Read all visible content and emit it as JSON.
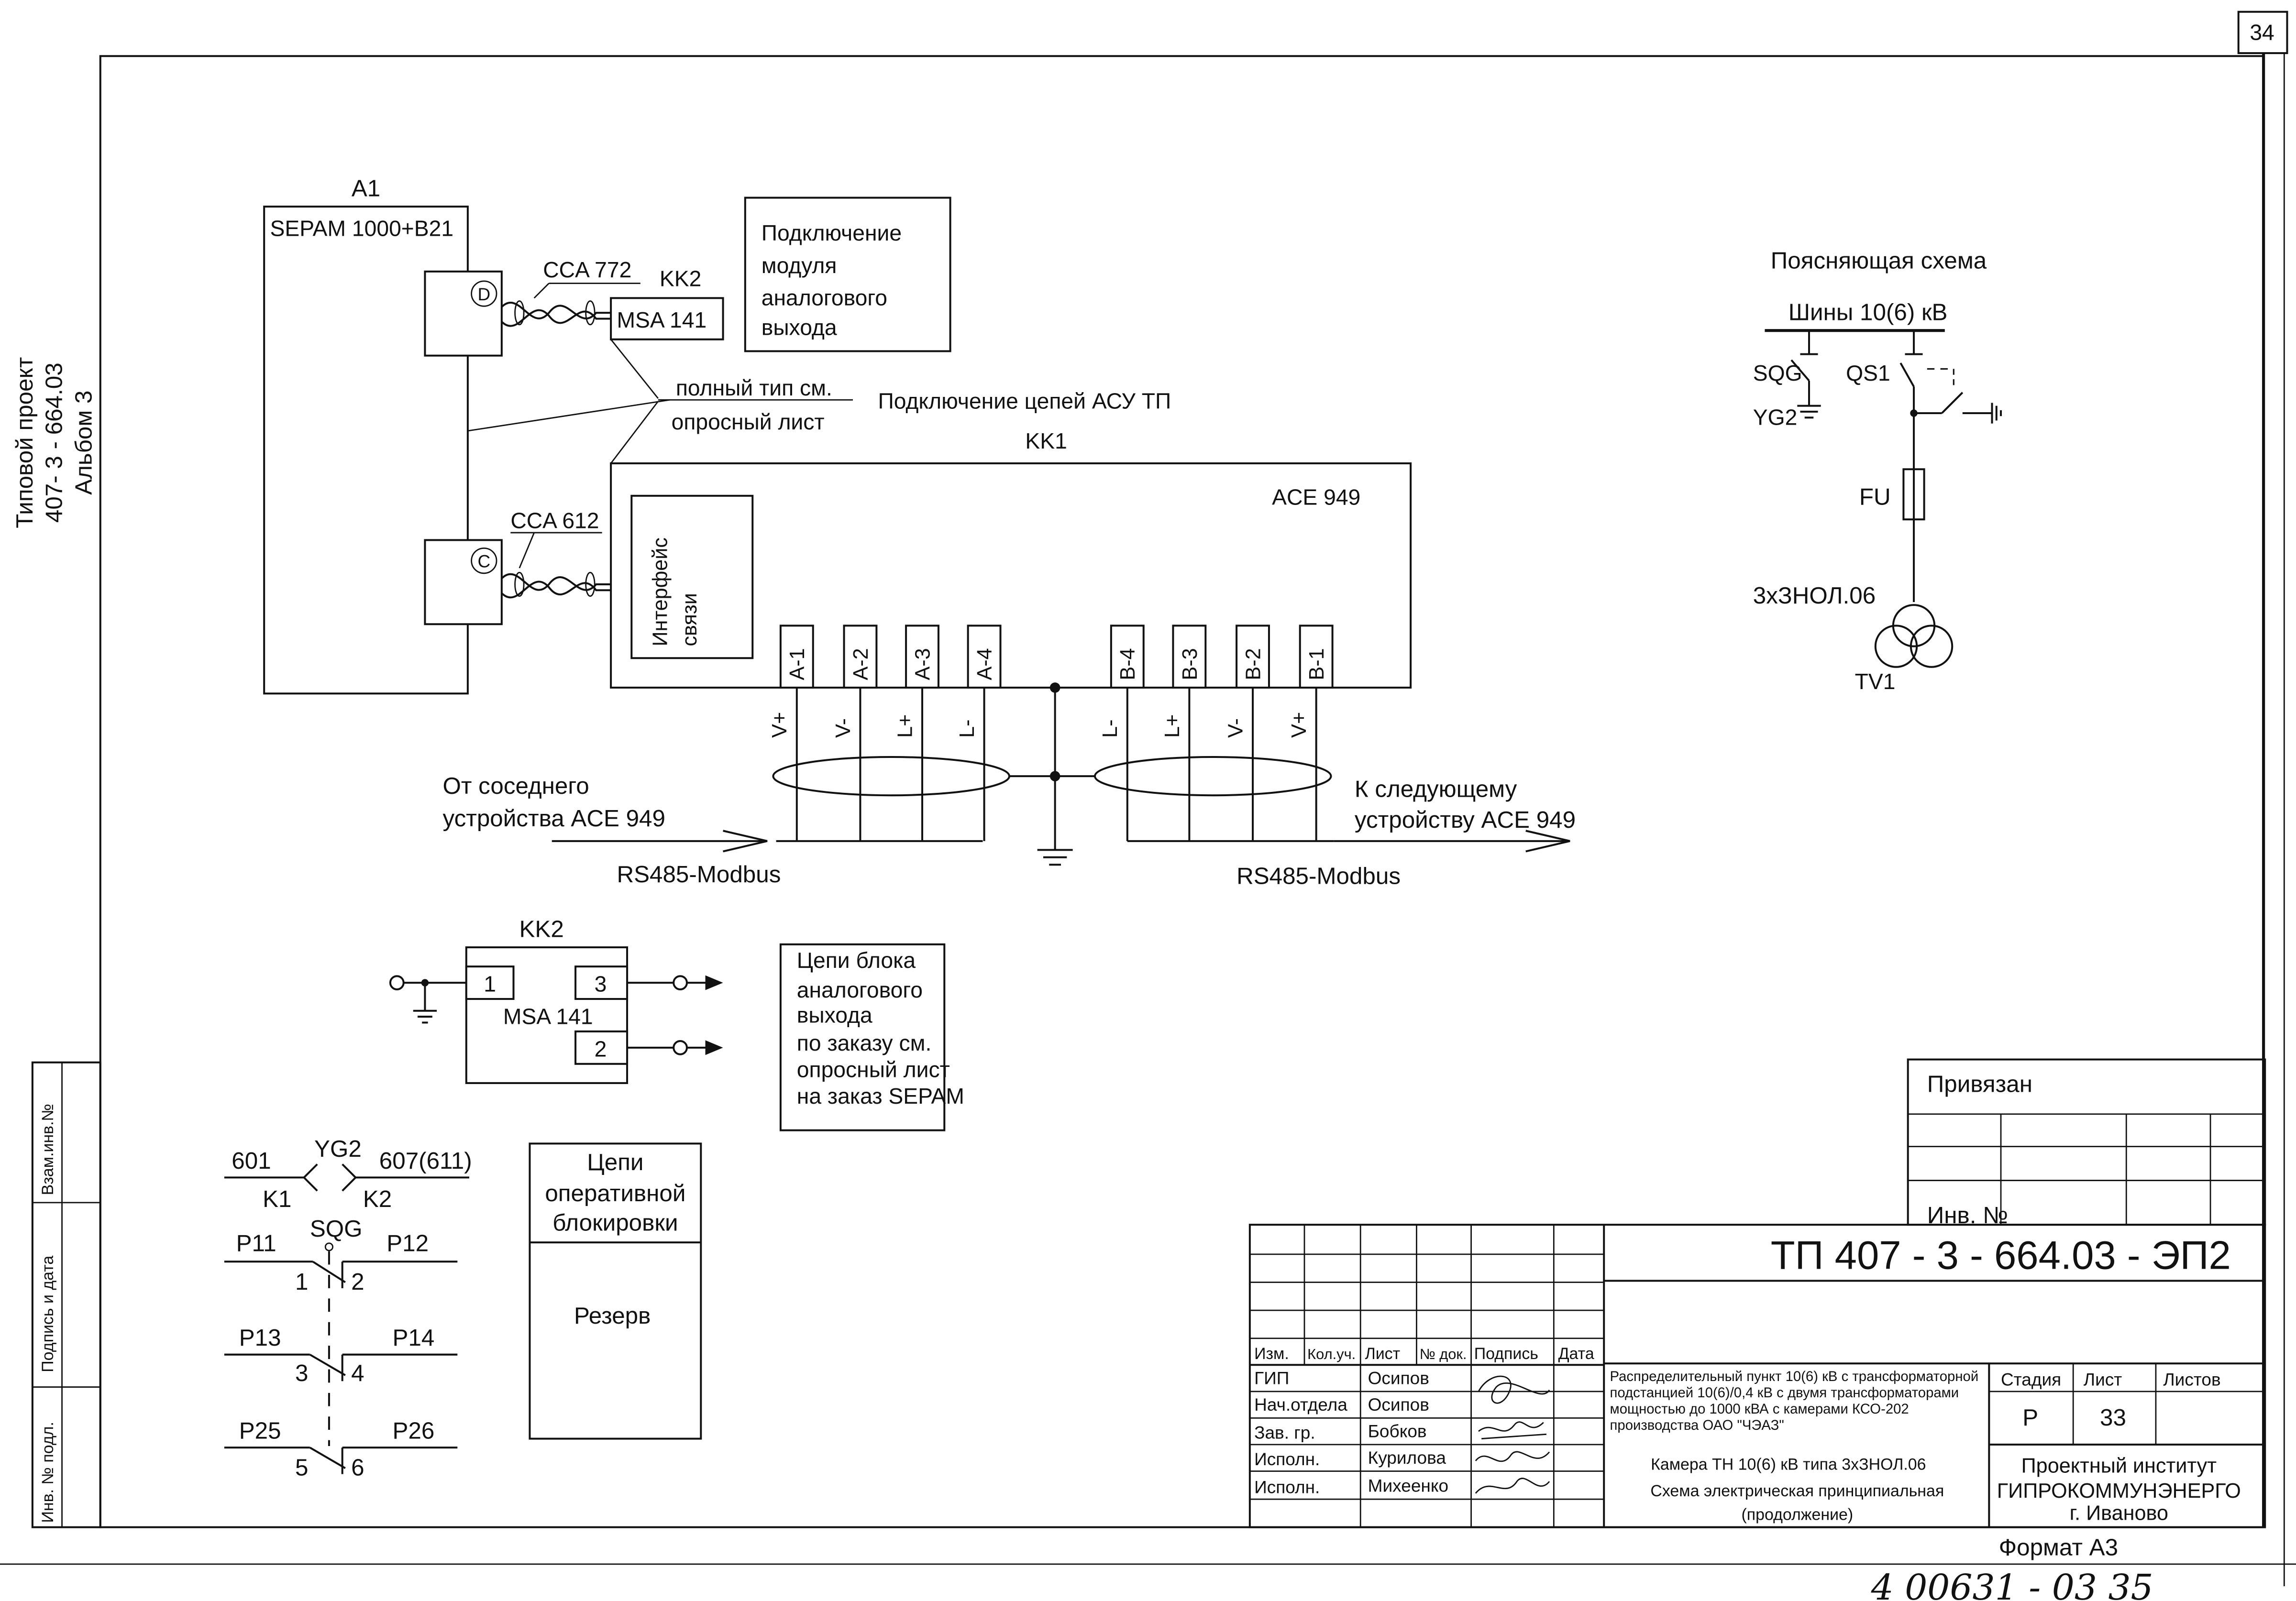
{
  "sheet_number": "34",
  "side_label": {
    "line1": "Типовой проект",
    "line2": "407- 3 - 664.03",
    "line3": "Альбом 3"
  },
  "left_stamp": {
    "vzam": "Взам.инв.№",
    "podpis": "Подпись и дата",
    "inv": "Инв. № подл."
  },
  "sepam": {
    "a1_label": "A1",
    "title": "SEPAM 1000+B21",
    "port_d": "D",
    "port_c": "C",
    "cca772": "CCA 772",
    "cca612": "CCA 612",
    "kk2_label": "KK2",
    "msa141": "MSA 141",
    "note_line1": "полный тип см.",
    "note_line2": "опросный лист"
  },
  "analog_note": {
    "line1": "Подключение",
    "line2": "модуля",
    "line3": "аналогового",
    "line4": "выхода"
  },
  "asu": {
    "title": "Подключение цепей АСУ ТП",
    "kk1_label": "KK1",
    "ace_title": "ACE 949",
    "iface_line1": "Интерфейс",
    "iface_line2": "связи",
    "terminals": [
      "A-1",
      "A-2",
      "A-3",
      "A-4",
      "B-4",
      "B-3",
      "B-2",
      "B-1"
    ],
    "signals_left": [
      "V+",
      "V-",
      "L+",
      "L-"
    ],
    "signals_right": [
      "L-",
      "L+",
      "V-",
      "V+"
    ],
    "from_line1": "От соседнего",
    "from_line2": "устройства ACE 949",
    "to_line1": "К следующему",
    "to_line2": "устройству ACE 949",
    "bus_left": "RS485-Modbus",
    "bus_right": "RS485-Modbus"
  },
  "kk2_block": {
    "label": "KK2",
    "title": "MSA 141",
    "t1": "1",
    "t3": "3",
    "t2": "2"
  },
  "analog_chain_note": {
    "line1": "Цепи блока",
    "line2": "аналогового",
    "line3": "выхода",
    "line4": "по заказу см.",
    "line5": "опросный лист",
    "line6": "на заказ SEPAM"
  },
  "interlock": {
    "n601": "601",
    "yg2": "YG2",
    "n607": "607(611)",
    "k1": "K1",
    "k2": "K2",
    "sqg": "SQG",
    "p11": "P11",
    "p12": "P12",
    "c1": "1",
    "c2": "2",
    "p13": "P13",
    "p14": "P14",
    "c3": "3",
    "c4": "4",
    "p25": "P25",
    "p26": "P26",
    "c5": "5",
    "c6": "6",
    "box_line1": "Цепи",
    "box_line2": "оперативной",
    "box_line3": "блокировки",
    "reserve": "Резерв"
  },
  "explain": {
    "title": "Поясняющая схема",
    "bus": "Шины 10(6) кВ",
    "sqg": "SQG",
    "yg2": "YG2",
    "qs1": "QS1",
    "fu": "FU",
    "trafo": "3хЗНОЛ.06",
    "tv1": "TV1"
  },
  "title_block": {
    "privyazan": "Привязан",
    "inv_no": "Инв. №",
    "code": "ТП  407 - 3 - 664.03 - ЭП2",
    "col_izm": "Изм.",
    "col_kol": "Кол.уч.",
    "col_list": "Лист",
    "col_doc": "№ док.",
    "col_podp": "Подпись",
    "col_data": "Дата",
    "roles": [
      "ГИП",
      "Нач.отдела",
      "Зав. гр.",
      "Исполн.",
      "Исполн."
    ],
    "names": [
      "Осипов",
      "Осипов",
      "Бобков",
      "Курилова",
      "Михеенко"
    ],
    "desc_line1": "Распределительный пункт 10(6) кВ с трансформаторной",
    "desc_line2": "подстанцией 10(6)/0,4 кВ с двумя трансформаторами",
    "desc_line3": "мощностью до 1000 кВА с камерами КСО-202",
    "desc_line4": "производства ОАО \"ЧЭАЗ\"",
    "sheet_line1": "Камера ТН 10(6) кВ типа 3хЗНОЛ.06",
    "sheet_line2": "Схема электрическая принципиальная",
    "sheet_line3": "(продолжение)",
    "stadiya": "Стадия",
    "list": "Лист",
    "listov": "Листов",
    "stadiya_val": "Р",
    "list_val": "33",
    "org_line1": "Проектный институт",
    "org_line2": "ГИПРОКОММУНЭНЕРГО",
    "org_line3": "г. Иваново",
    "format": "Формат А3"
  },
  "handwritten": "4 00631 - 03   35"
}
